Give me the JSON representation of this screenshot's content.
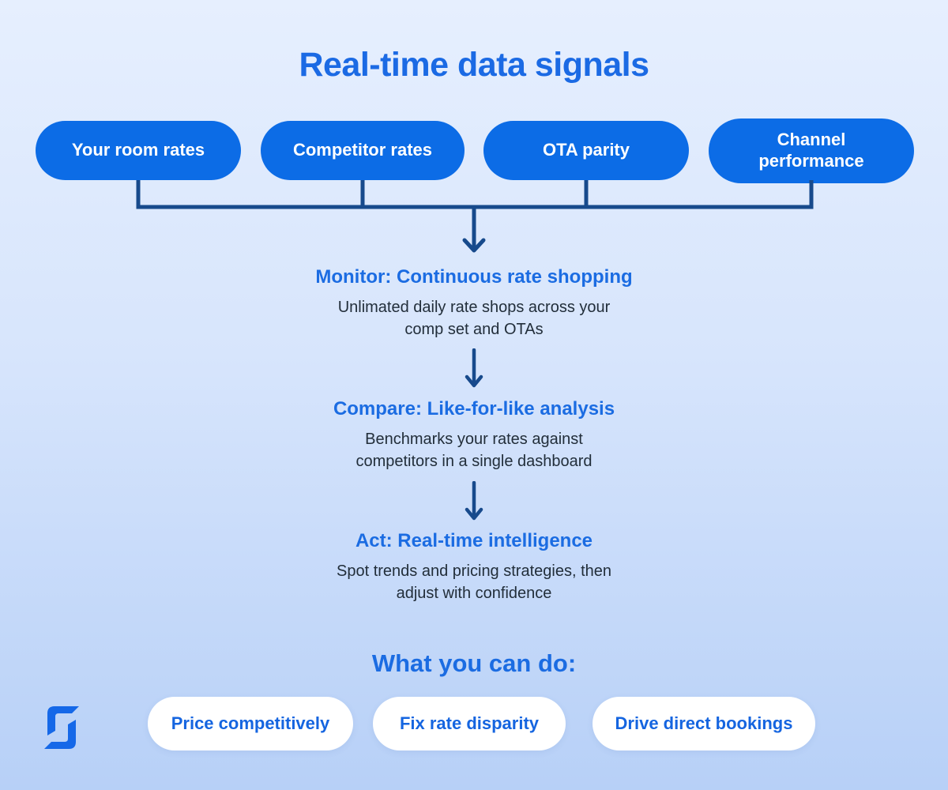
{
  "title": "Real-time data signals",
  "signals": [
    {
      "label": "Your room rates"
    },
    {
      "label": "Competitor rates"
    },
    {
      "label": "OTA parity"
    },
    {
      "label": "Channel performance"
    }
  ],
  "steps": [
    {
      "heading": "Monitor: Continuous rate shopping",
      "description": "Unlimated daily rate shops across your comp set and OTAs"
    },
    {
      "heading": "Compare: Like-for-like analysis",
      "description": "Benchmarks your rates against competitors in a single dashboard"
    },
    {
      "heading": "Act: Real-time intelligence",
      "description": "Spot trends and pricing strategies, then adjust with confidence"
    }
  ],
  "outcomes": {
    "heading": "What you can do:",
    "items": [
      {
        "label": "Price competitively"
      },
      {
        "label": "Fix rate disparity"
      },
      {
        "label": "Drive direct bookings"
      }
    ]
  },
  "icons": {
    "flow_arrow": "down-arrow-icon",
    "logo": "s-mark-logo"
  },
  "colors": {
    "background_top": "#e6effe",
    "background_bottom": "#b7d0f7",
    "pill_blue": "#0c6ce6",
    "heading_blue": "#1b6ce2",
    "connector_navy": "#174a8c",
    "body_text": "#222e3a",
    "pill_white": "#ffffff",
    "logo_blue": "#1568e8"
  }
}
